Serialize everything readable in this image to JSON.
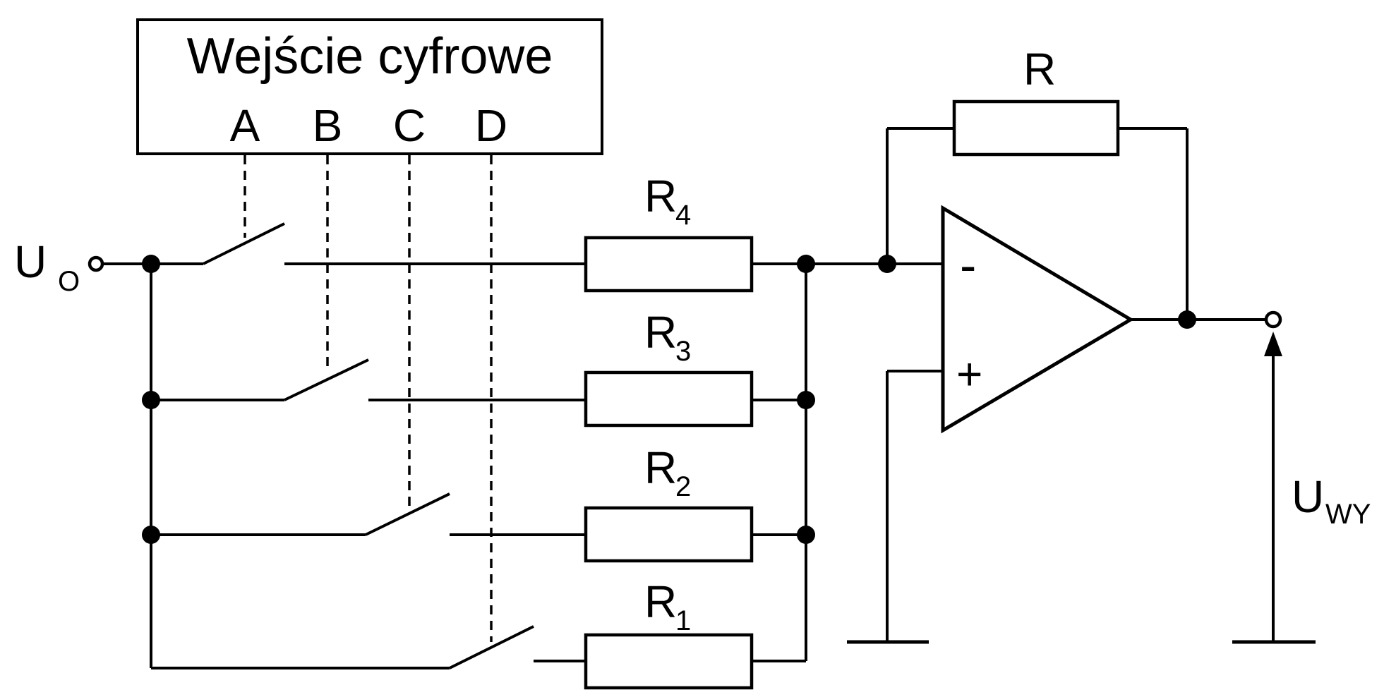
{
  "input_box": {
    "title": "Wejście cyfrowe",
    "bits": [
      "A",
      "B",
      "C",
      "D"
    ]
  },
  "labels": {
    "input_voltage": {
      "main": "U",
      "sub": "O"
    },
    "output_voltage": {
      "main": "U",
      "sub": "WY"
    },
    "feedback_resistor": "R",
    "resistors": [
      {
        "main": "R",
        "sub": "4"
      },
      {
        "main": "R",
        "sub": "3"
      },
      {
        "main": "R",
        "sub": "2"
      },
      {
        "main": "R",
        "sub": "1"
      }
    ],
    "opamp_inverting": "-",
    "opamp_noninverting": "+"
  }
}
